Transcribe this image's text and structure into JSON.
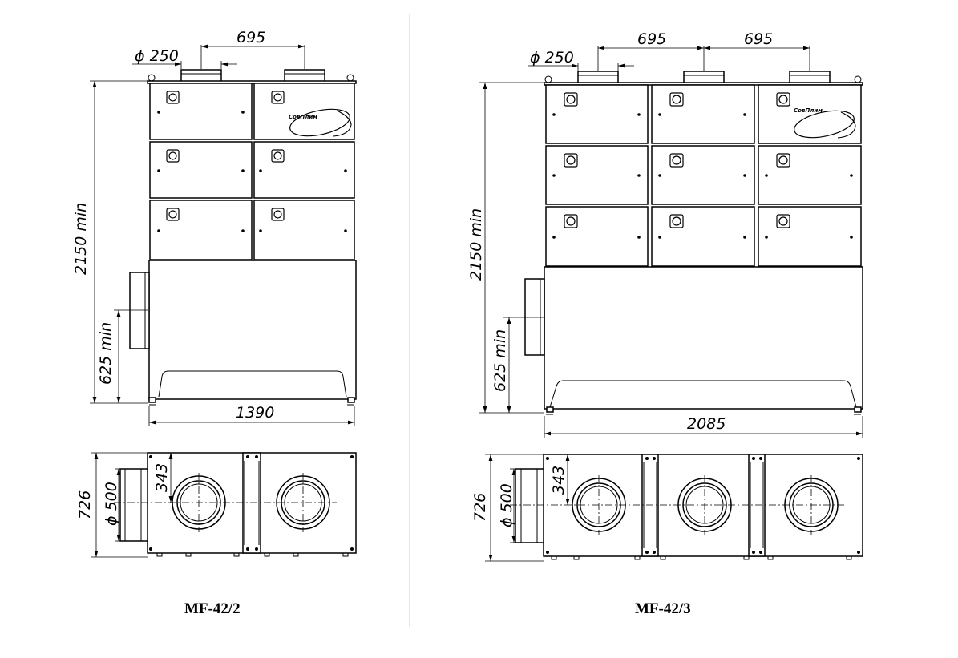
{
  "units": [
    {
      "name": "MF-42/2",
      "columns": 2,
      "dims": {
        "pipe_diameter": "ϕ 250",
        "pipe_spacing": [
          "695"
        ],
        "height": "2150 min",
        "inlet_height": "625 min",
        "width": "1390",
        "depth": "726",
        "inlet_diameter": "ϕ 500",
        "inlet_offset": "343"
      }
    },
    {
      "name": "MF-42/3",
      "columns": 3,
      "dims": {
        "pipe_diameter": "ϕ 250",
        "pipe_spacing": [
          "695",
          "695"
        ],
        "height": "2150 min",
        "inlet_height": "625 min",
        "width": "2085",
        "depth": "726",
        "inlet_diameter": "ϕ 500",
        "inlet_offset": "343"
      }
    }
  ],
  "brand_logo_text": "СовПлим",
  "colors": {
    "line": "#000000",
    "divider": "#cccccc",
    "background": "#ffffff"
  }
}
